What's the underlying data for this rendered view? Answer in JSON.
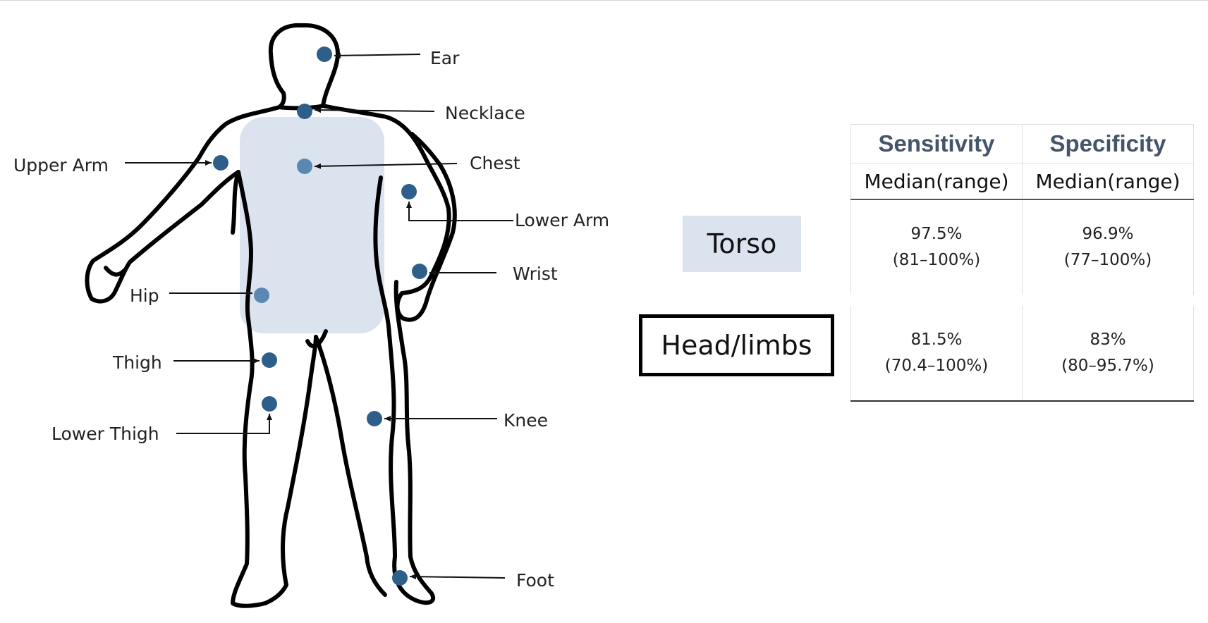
{
  "sensor_labels": {
    "ear": "Ear",
    "necklace": "Necklace",
    "upper_arm": "Upper Arm",
    "chest": "Chest",
    "lower_arm": "Lower Arm",
    "wrist": "Wrist",
    "hip": "Hip",
    "thigh": "Thigh",
    "lower_thigh": "Lower Thigh",
    "knee": "Knee",
    "foot": "Foot"
  },
  "regions": {
    "torso": "Torso",
    "head_limbs": "Head/limbs"
  },
  "colors": {
    "sensor_dot": "#2e5f8a",
    "torso_dot": "#5b87b3",
    "torso_highlight": "#dbe3ef",
    "header_text": "#44546a"
  },
  "table": {
    "headers": [
      "Sensitivity",
      "Specificity"
    ],
    "subheaders": [
      "Median(range)",
      "Median(range)"
    ],
    "rows": [
      {
        "region": "Torso",
        "sensitivity": {
          "median": "97.5%",
          "range": "(81–100%)"
        },
        "specificity": {
          "median": "96.9%",
          "range": "(77–100%)"
        }
      },
      {
        "region": "Head/limbs",
        "sensitivity": {
          "median": "81.5%",
          "range": "(70.4–100%)"
        },
        "specificity": {
          "median": "83%",
          "range": "(80–95.7%)"
        }
      }
    ]
  }
}
